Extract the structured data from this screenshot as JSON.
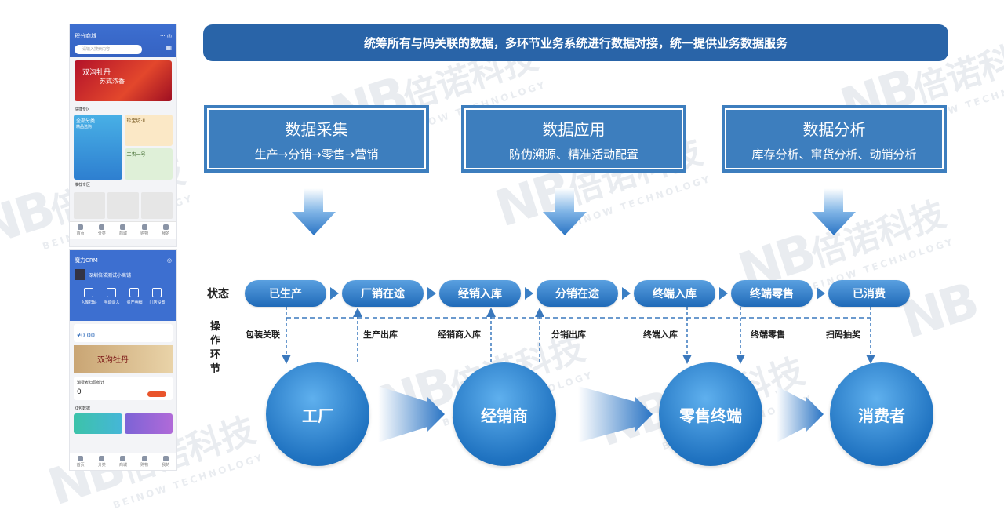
{
  "watermark": {
    "brand_cn": "倍诺科技",
    "brand_en": "BEINOW TECHNOLOGY"
  },
  "phone_mall": {
    "title": "积分商城",
    "search_placeholder": "请输入搜索内容",
    "banner_line1": "双沟牡丹",
    "banner_line2": "苏式浓香",
    "section_quick": "快捷专区",
    "tile_all": "全部分类",
    "tile_all_sub": "精品选购",
    "tile_a": "珍宝坊·II",
    "tile_b": "工农一号",
    "section_recommend": "推荐专区",
    "nav": [
      "首页",
      "分类",
      "商城",
      "购物",
      "我的"
    ]
  },
  "phone_crm": {
    "title": "魔力CRM",
    "store": "深圳倍诺测试小商铺",
    "icons": [
      "入库扫码",
      "手动录入",
      "资产明细",
      "门店设置"
    ],
    "balance_value": "¥0.00",
    "banner": "双沟牡丹",
    "section_stats": "消费者扫码统计",
    "count": "0",
    "section_red": "红包数据",
    "nav": [
      "首页",
      "分类",
      "商城",
      "购物",
      "我的"
    ]
  },
  "header": {
    "text": "统筹所有与码关联的数据，多环节业务系统进行数据对接，统一提供业务数据服务"
  },
  "boxes": [
    {
      "title": "数据采集",
      "sub": "生产→分销→零售→营销"
    },
    {
      "title": "数据应用",
      "sub": "防伪溯源、精准活动配置"
    },
    {
      "title": "数据分析",
      "sub": "库存分析、窜货分析、动销分析"
    }
  ],
  "state_label": "状态",
  "op_label": "操作环节",
  "states": [
    "已生产",
    "厂销在途",
    "经销入库",
    "分销在途",
    "终端入库",
    "终端零售",
    "已消费"
  ],
  "operations": [
    "包装关联",
    "生产出库",
    "经销商入库",
    "分销出库",
    "终端入库",
    "终端零售",
    "扫码抽奖"
  ],
  "entities": [
    "工厂",
    "经销商",
    "零售终端",
    "消费者"
  ],
  "colors": {
    "primary": "#2964a8",
    "box": "#3d7ebe",
    "dash": "#3a78bd"
  }
}
